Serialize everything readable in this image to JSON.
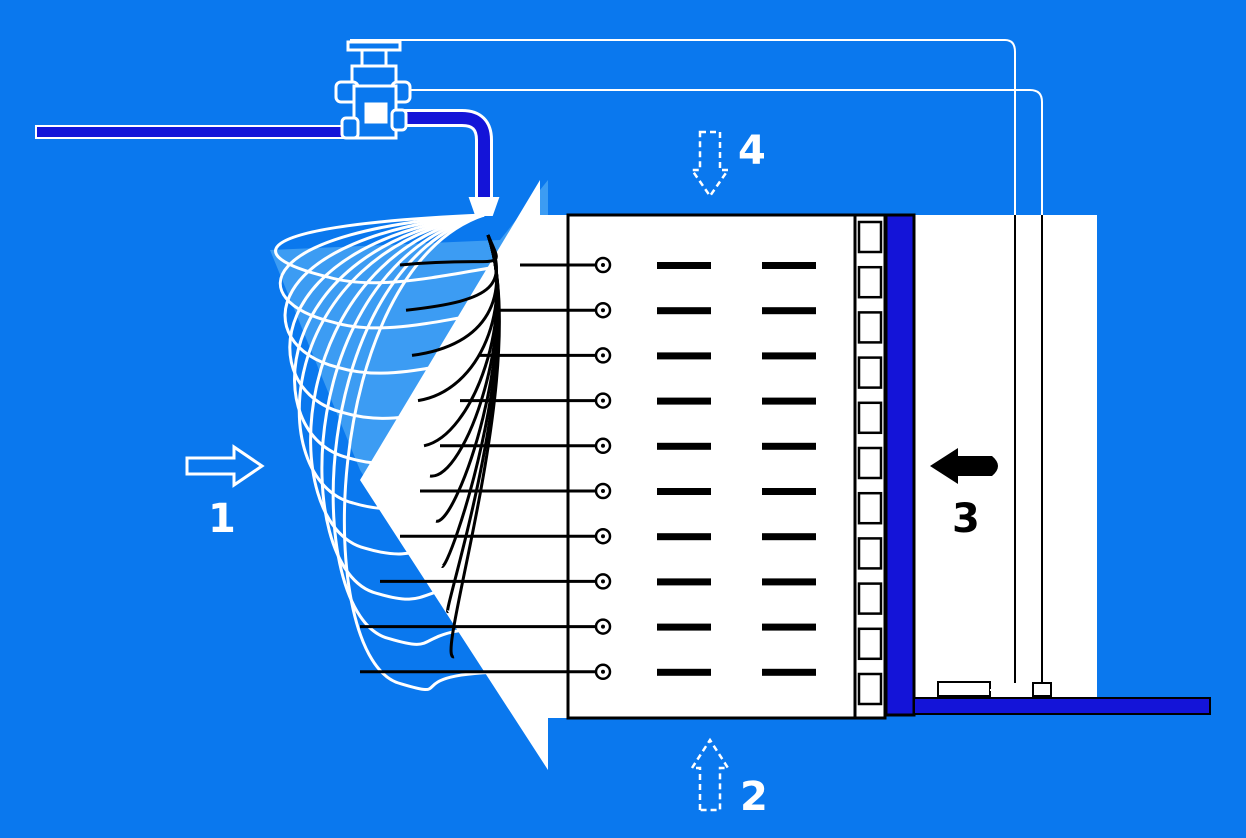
{
  "labels": {
    "one": "1",
    "two": "2",
    "three": "3",
    "four": "4"
  },
  "colors": {
    "background": "#0a78ee",
    "pipe": "#1414d8",
    "pipe_light": "#6e8cf0",
    "panel": "#ffffff",
    "ink": "#000000"
  },
  "icons": {
    "valve": "valve-icon",
    "nozzle": "spray-nozzle-icon",
    "arrow_in": "arrow-right-outline-icon",
    "arrow_up": "arrow-up-dashed-icon",
    "arrow_down": "arrow-down-dashed-icon",
    "arrow_solid": "arrow-left-solid-icon"
  }
}
